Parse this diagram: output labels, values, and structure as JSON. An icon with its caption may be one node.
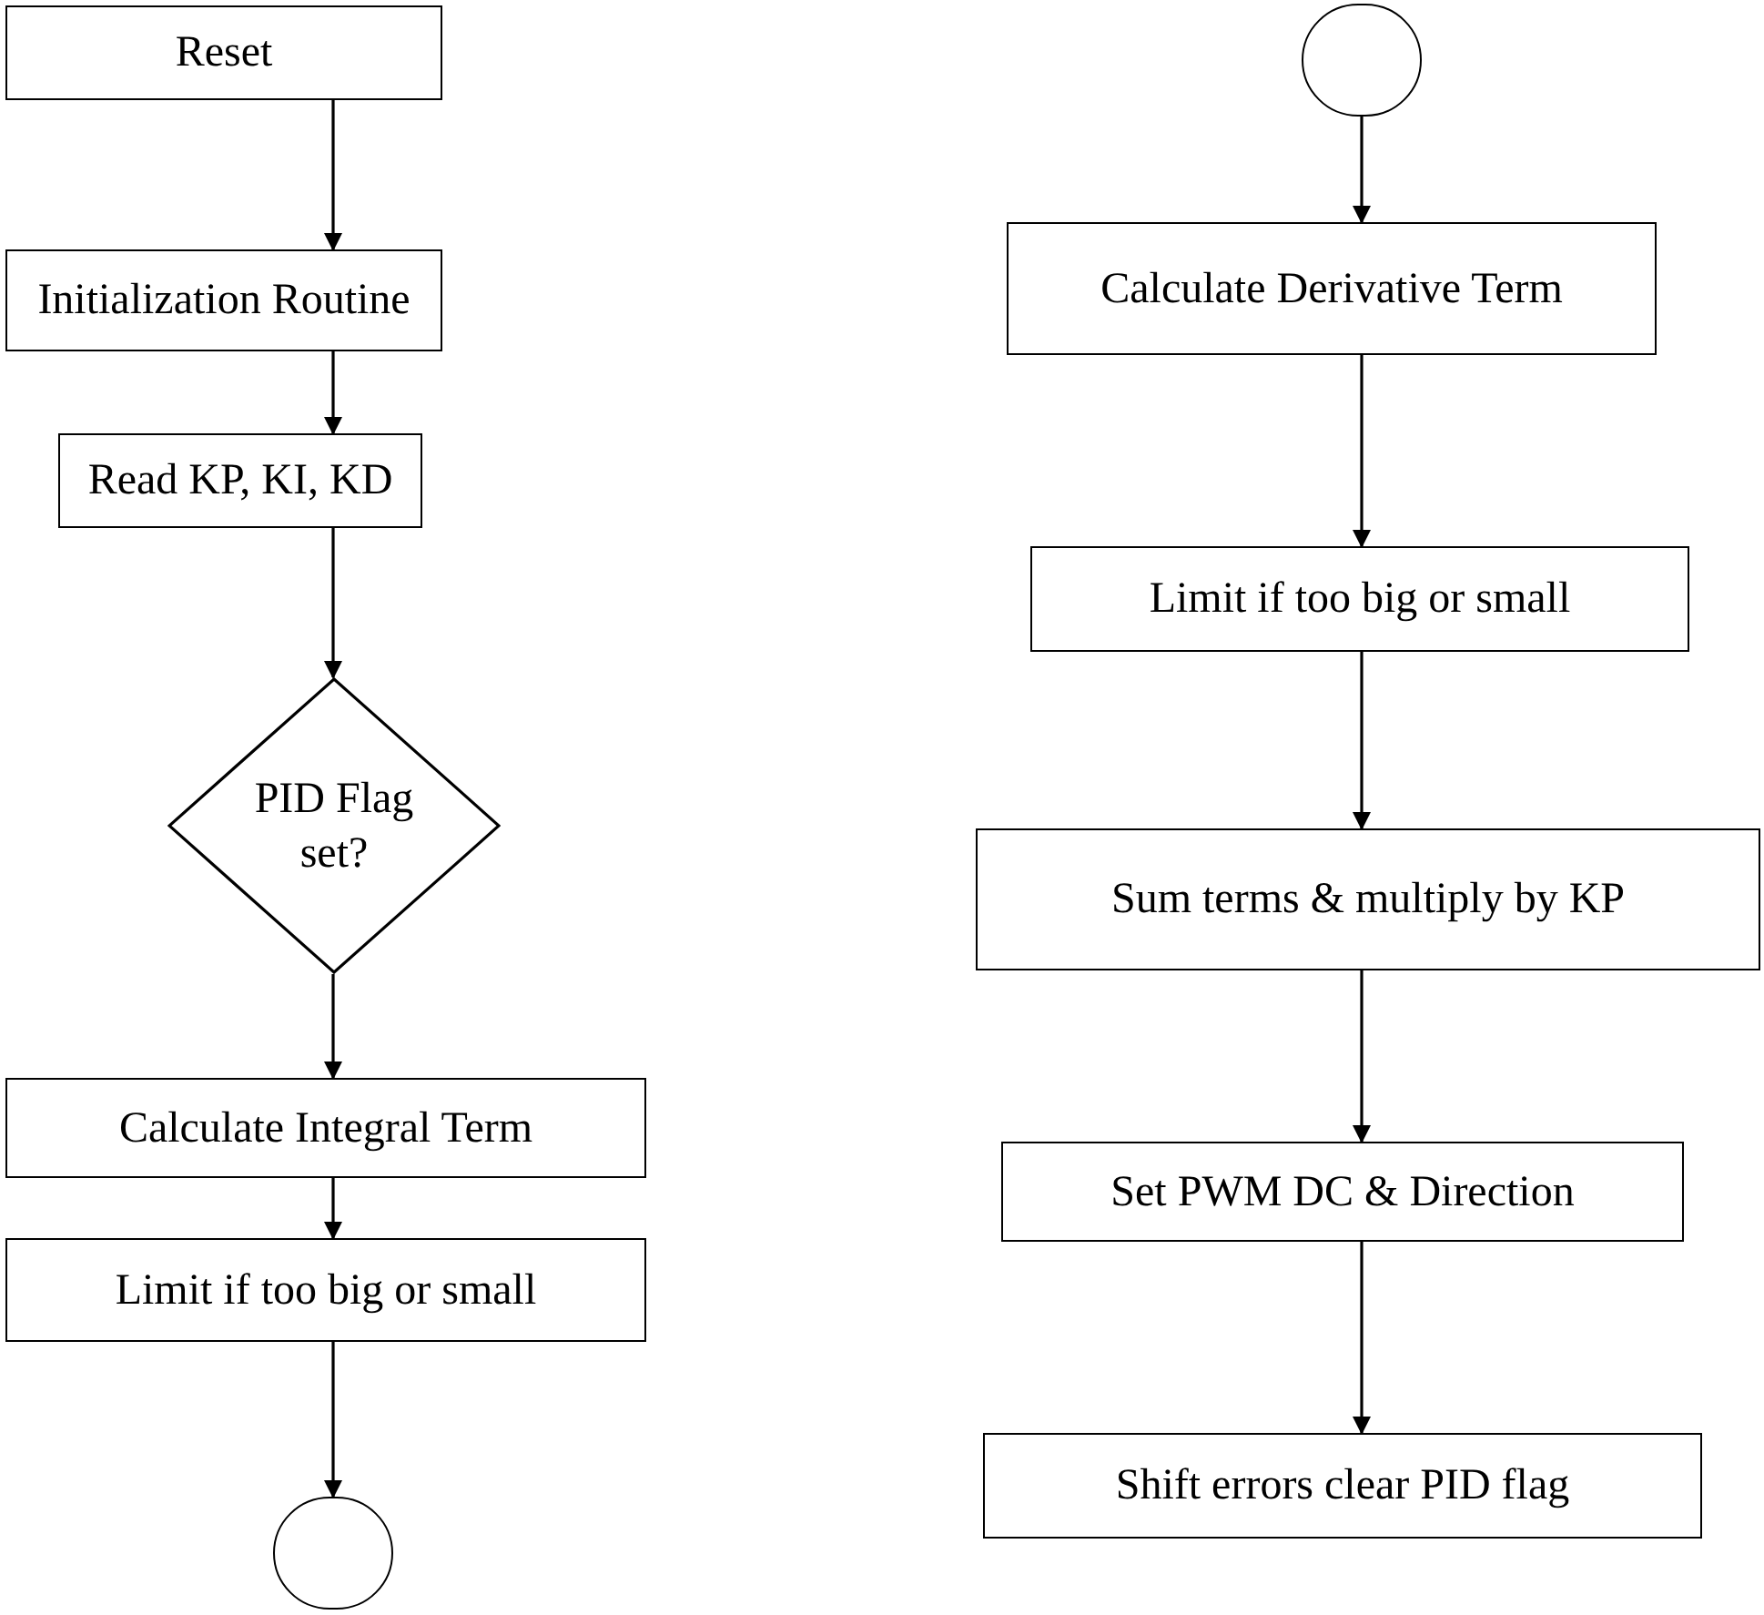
{
  "diagram": {
    "nodes": [
      {
        "text": [
          "Reset"
        ]
      },
      {
        "text": [
          "Initialization Routine"
        ]
      },
      {
        "text": [
          "Read KP, KI, KD"
        ]
      },
      {
        "text": [
          "PID Flag set?"
        ]
      },
      {
        "text": [
          "Calculate Integral Term"
        ]
      },
      {
        "text": [
          "Limit if too big or small"
        ]
      },
      {
        "text": [],
        "shape": "circle"
      },
      {
        "text": [],
        "shape": "circle"
      },
      {
        "text": [
          "Calculate Derivative Term"
        ]
      },
      {
        "text": [
          "Limit if too big or small"
        ]
      },
      {
        "text": [
          "Sum terms & multiply by KP"
        ]
      },
      {
        "text": [
          "Set PWM DC & Direction"
        ]
      },
      {
        "text": [
          "Shift errors clear PID flag"
        ]
      }
    ],
    "edges": [
      {
        "from": 0,
        "to": 1,
        "arrow": "to"
      },
      {
        "from": 1,
        "to": 2,
        "arrow": "to"
      },
      {
        "from": 2,
        "to": 3,
        "arrow": "to"
      },
      {
        "from": 3,
        "to": 4,
        "arrow": "to"
      },
      {
        "from": 4,
        "to": 5,
        "arrow": "to"
      },
      {
        "from": 5,
        "to": 6,
        "arrow": "to"
      },
      {
        "from": 7,
        "to": 8,
        "arrow": "to"
      },
      {
        "from": 8,
        "to": 9,
        "arrow": "to"
      },
      {
        "from": 9,
        "to": 10,
        "arrow": "to"
      },
      {
        "from": 10,
        "to": 11,
        "arrow": "to"
      },
      {
        "from": 11,
        "to": 12,
        "arrow": "to"
      }
    ]
  }
}
